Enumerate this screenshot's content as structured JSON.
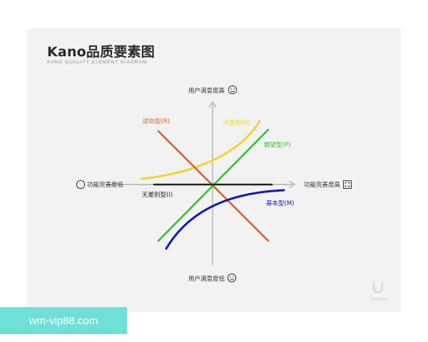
{
  "header": {
    "title": "Kano品质要素图",
    "subtitle": "KANO QUALITY ELEMENT DIAGRAM"
  },
  "axes": {
    "y_top": "用户满意度高",
    "y_bottom": "用户满意度低",
    "x_left": "功能完善度低",
    "x_right": "功能完善度高"
  },
  "curves": [
    {
      "key": "reverse",
      "label": "逆向型(R)",
      "color": "#d8622e"
    },
    {
      "key": "attractive",
      "label": "兴奋型(A)",
      "color": "#f0d52a"
    },
    {
      "key": "performance",
      "label": "期望型(P)",
      "color": "#2ec42e"
    },
    {
      "key": "indifferent",
      "label": "无差别型(I)",
      "color": "#222222"
    },
    {
      "key": "must_be",
      "label": "基本型(M)",
      "color": "#1616b4"
    }
  ],
  "icons": {
    "y_top": "happy-face-icon",
    "y_bottom": "sad-face-icon",
    "x_left": "empty-circle-icon",
    "x_right": "square-grid-icon"
  },
  "logo": {
    "text": "UI Design"
  },
  "watermark": {
    "text": "wm-vip88.com"
  }
}
